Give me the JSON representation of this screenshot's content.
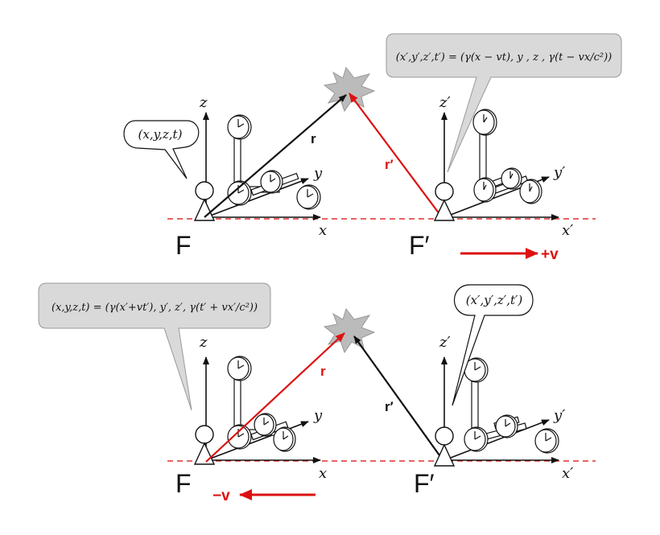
{
  "colors": {
    "red": "#dd1111",
    "black": "#111111",
    "bubble_gray": "#d9d9d9",
    "dashed_line": "#e03030"
  },
  "top": {
    "frame_F": "F",
    "frame_Fp": "F′",
    "axis_z": "z",
    "axis_y": "y",
    "axis_x": "x",
    "axis_zp": "z′",
    "axis_yp": "y′",
    "axis_xp": "x′",
    "vector_r": "r",
    "vector_rp": "r′",
    "velocity": "+v",
    "bubble_F": "(x,y,z,t)",
    "bubble_Fp": "(x′,y′,z′,t′) = (γ(x − vt), y , z , γ(t − vx/c²))"
  },
  "bottom": {
    "frame_F": "F",
    "frame_Fp": "F′",
    "axis_z": "z",
    "axis_y": "y",
    "axis_x": "x",
    "axis_zp": "z′",
    "axis_yp": "y′",
    "axis_xp": "x′",
    "vector_r": "r",
    "vector_rp": "r′",
    "velocity": "−v",
    "bubble_F": "(x,y,z,t) = (γ(x′+vt′), y′, z′, γ(t′ + vx′/c²))",
    "bubble_Fp": "(x′,y′,z′,t′)"
  },
  "icons": [
    "observer-icon",
    "clock-icon",
    "explosion-event-icon",
    "speech-bubble-icon"
  ]
}
